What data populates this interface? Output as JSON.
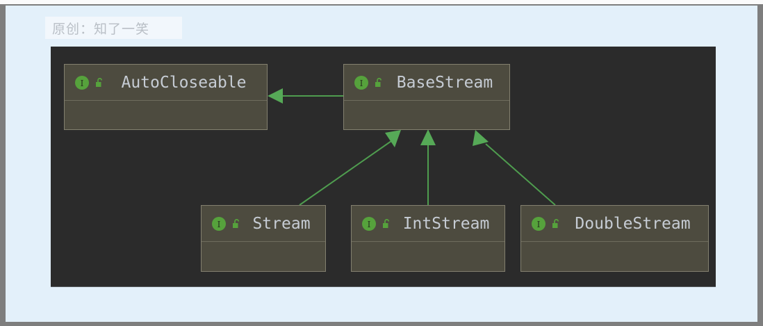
{
  "header": {
    "badge_text": "原创：知了一笑"
  },
  "colors": {
    "page_frame": "#7e7e7e",
    "panel_background": "#e3f0fa",
    "badge_background": "#f2f7fc",
    "badge_text": "#b9bfc6",
    "canvas_background": "#2b2b2b",
    "node_fill": "#4d4b3f",
    "node_border": "#83806f",
    "node_title_text": "#c6ccd4",
    "interface_icon_green": "#56a23c",
    "connector_green": "#4f9d4f",
    "arrowhead_green": "#56a957"
  },
  "diagram": {
    "type": "uml-class-diagram",
    "relationship_type": "realization-inheritance",
    "nodes": [
      {
        "id": "autocloseable",
        "name": "AutoCloseable",
        "stereotype_icon": "interface-icon",
        "stereotype_letter": "I",
        "visibility_icon": "unlock-icon",
        "visibility": "public"
      },
      {
        "id": "basestream",
        "name": "BaseStream",
        "stereotype_icon": "interface-icon",
        "stereotype_letter": "I",
        "visibility_icon": "unlock-icon",
        "visibility": "public"
      },
      {
        "id": "stream",
        "name": "Stream",
        "stereotype_icon": "interface-icon",
        "stereotype_letter": "I",
        "visibility_icon": "unlock-icon",
        "visibility": "public"
      },
      {
        "id": "intstream",
        "name": "IntStream",
        "stereotype_icon": "interface-icon",
        "stereotype_letter": "I",
        "visibility_icon": "unlock-icon",
        "visibility": "public"
      },
      {
        "id": "doublestream",
        "name": "DoubleStream",
        "stereotype_icon": "interface-icon",
        "stereotype_letter": "I",
        "visibility_icon": "unlock-icon",
        "visibility": "public"
      }
    ],
    "edges": [
      {
        "from": "basestream",
        "to": "autocloseable",
        "arrow": "filled-triangle"
      },
      {
        "from": "stream",
        "to": "basestream",
        "arrow": "filled-triangle"
      },
      {
        "from": "intstream",
        "to": "basestream",
        "arrow": "filled-triangle"
      },
      {
        "from": "doublestream",
        "to": "basestream",
        "arrow": "filled-triangle"
      }
    ]
  }
}
